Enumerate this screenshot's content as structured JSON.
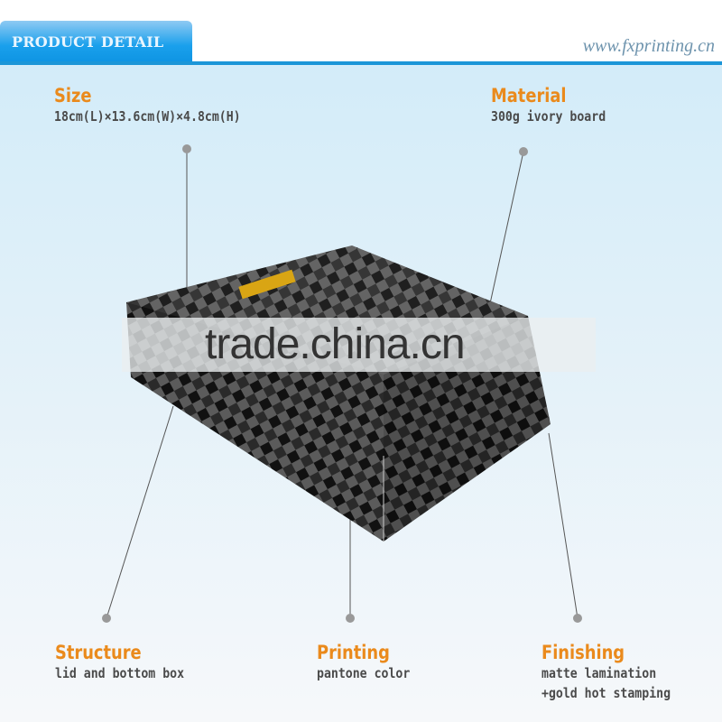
{
  "header": {
    "tab_label": "PRODUCT DETAIL",
    "website": "www.fxprinting.cn"
  },
  "specs": [
    {
      "title": "Size",
      "value": "18cm(L)×13.6cm(W)×4.8cm(H)"
    },
    {
      "title": "Material",
      "value": "300g ivory board"
    },
    {
      "title": "Structure",
      "value": "lid and bottom box"
    },
    {
      "title": "Printing",
      "value": "pantone color"
    },
    {
      "title": "Finishing",
      "value": "matte lamination",
      "value2": "+gold hot stamping"
    }
  ],
  "watermark": "trade.china.cn",
  "colors": {
    "accent": "#ea8a1c",
    "tab_blue": "#1aa0ec",
    "rule": "#1b96d8"
  }
}
